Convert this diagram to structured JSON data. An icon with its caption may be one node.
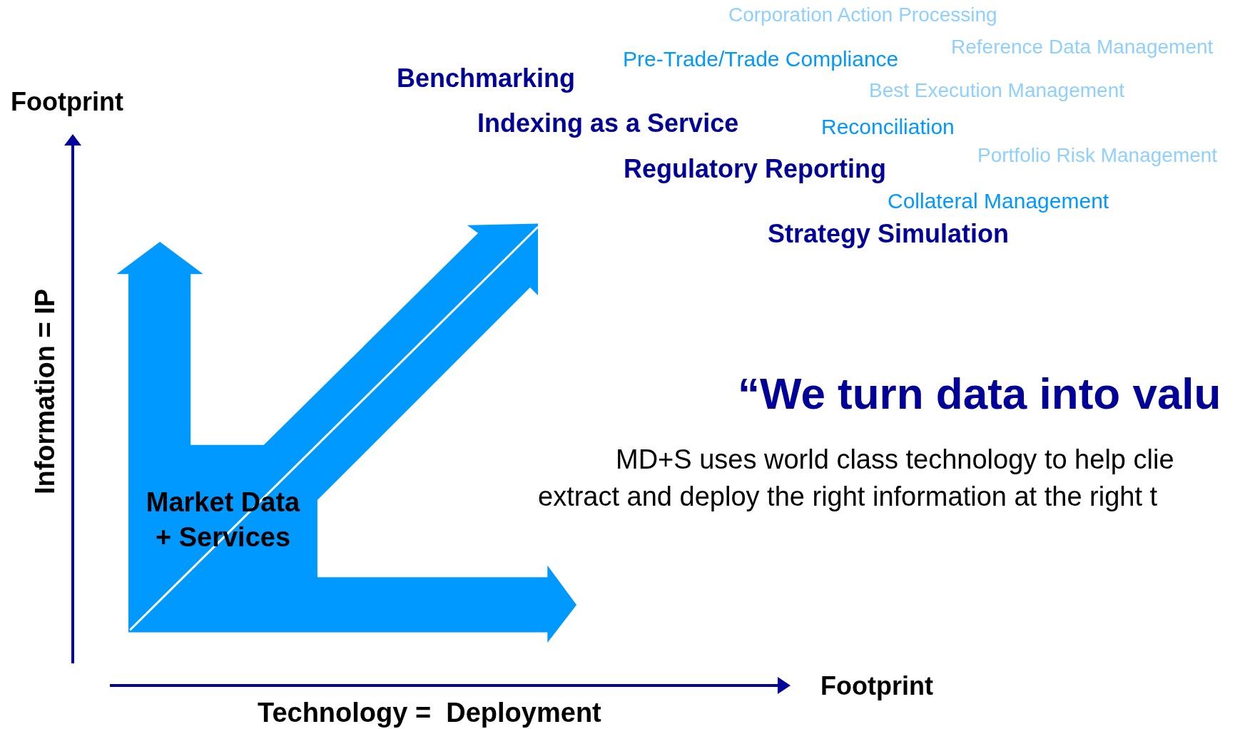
{
  "diagram": {
    "nodes": [
      {
        "text": [
          "Market Data + Services"
        ]
      }
    ],
    "labels": [
      "Corporation Action Processing",
      "Reference Data Management",
      "Pre-Trade/Trade Compliance",
      "Benchmarking",
      "Best Execution Management",
      "Footprint",
      "Indexing as a Service",
      "Reconciliation",
      "Portfolio Risk Management",
      "Regulatory Reporting",
      "Collateral Management",
      "Strategy Simulation",
      "Information = IP",
      "“We turn data into valu",
      "MD+S uses world class technology to help clie",
      "extract and deploy the right information at the right t",
      "Footprint",
      "Technology =  Deployment"
    ]
  }
}
